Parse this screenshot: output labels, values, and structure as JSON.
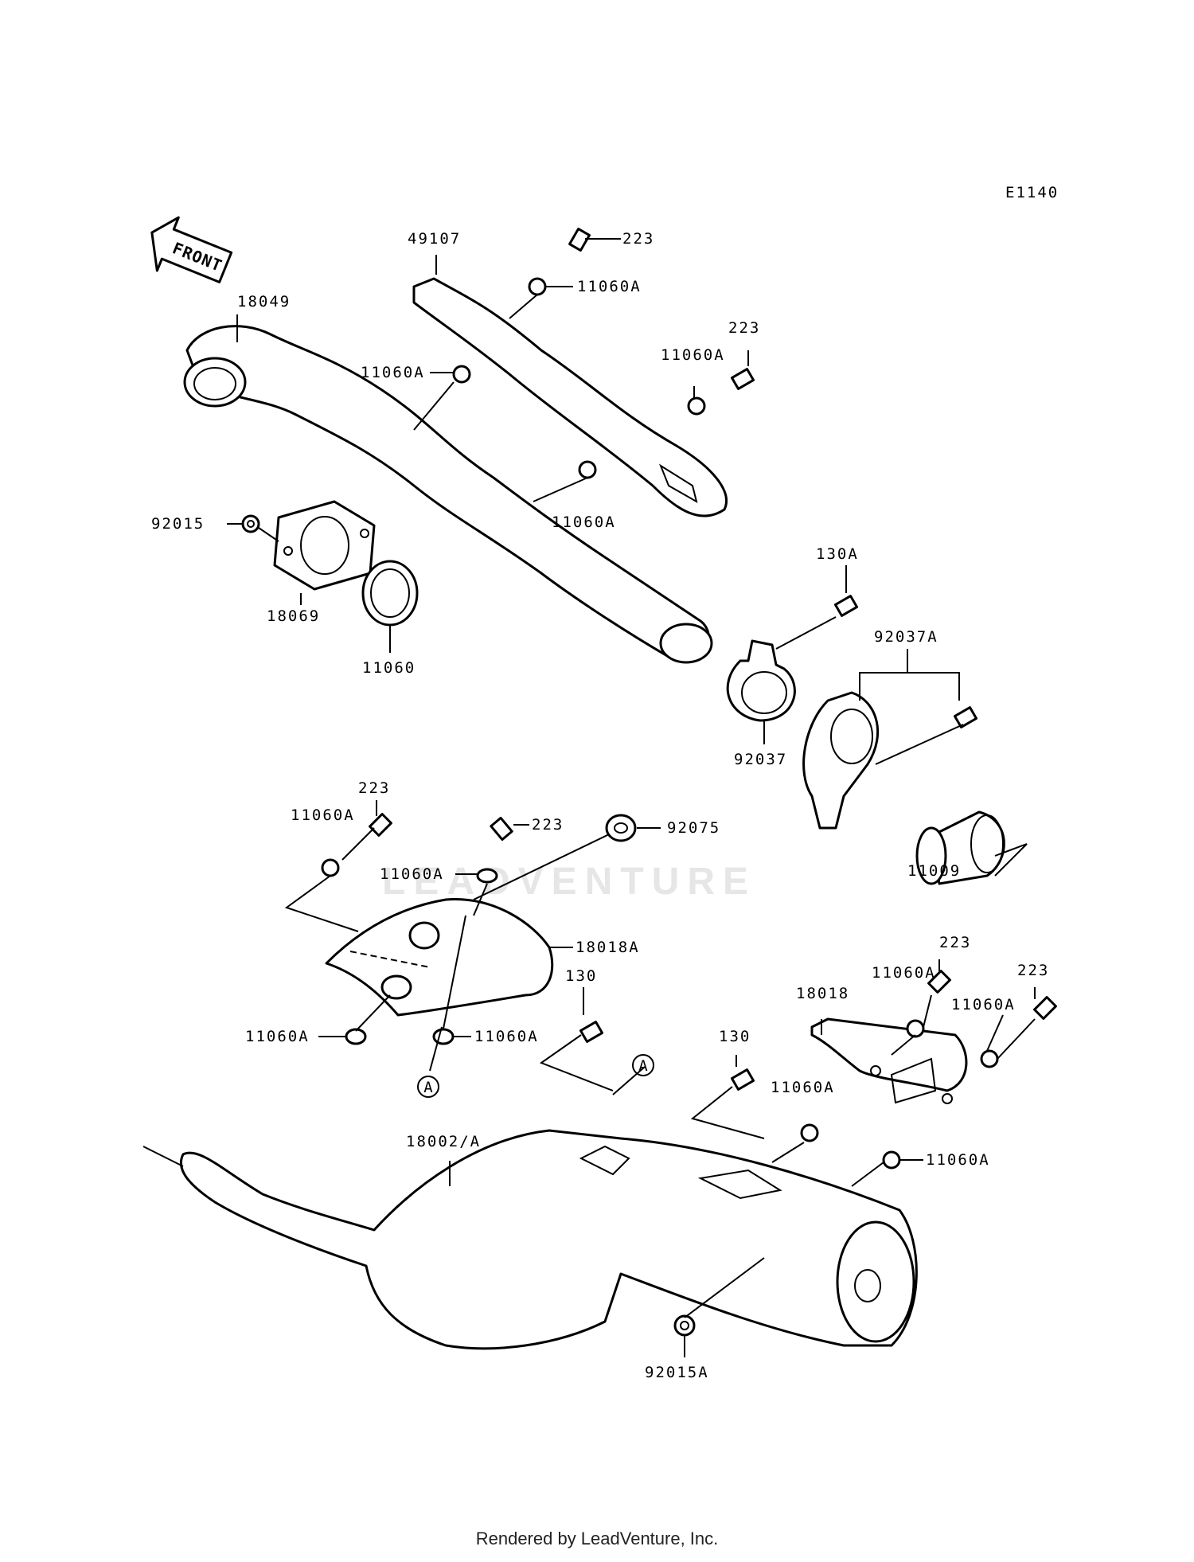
{
  "diagram": {
    "code": "E1140",
    "front_label": "FRONT",
    "watermark": "LEADVENTURE",
    "footer": "Rendered by LeadVenture, Inc.",
    "callout_a": "A",
    "labels": {
      "p49107": "49107",
      "p223_a": "223",
      "p11060A_a": "11060A",
      "p223_b": "223",
      "p11060A_b": "11060A",
      "p18049": "18049",
      "p11060A_c": "11060A",
      "p11060A_d": "11060A",
      "p92015": "92015",
      "p18069": "18069",
      "p11060": "11060",
      "p130A": "130A",
      "p92037A": "92037A",
      "p92037": "92037",
      "p11009": "11009",
      "p223_c": "223",
      "p11060A_e": "11060A",
      "p223_d": "223",
      "p92075": "92075",
      "p11060A_f": "11060A",
      "p18018A": "18018A",
      "p11060A_g": "11060A",
      "p11060A_h": "11060A",
      "p130_a": "130",
      "p130_b": "130",
      "p18018": "18018",
      "p11060A_i": "11060A",
      "p223_e": "223",
      "p223_f": "223",
      "p11060A_j": "11060A",
      "p11060A_k": "11060A",
      "p11060A_l": "11060A",
      "p18002A": "18002/A",
      "p92015A": "92015A"
    }
  }
}
